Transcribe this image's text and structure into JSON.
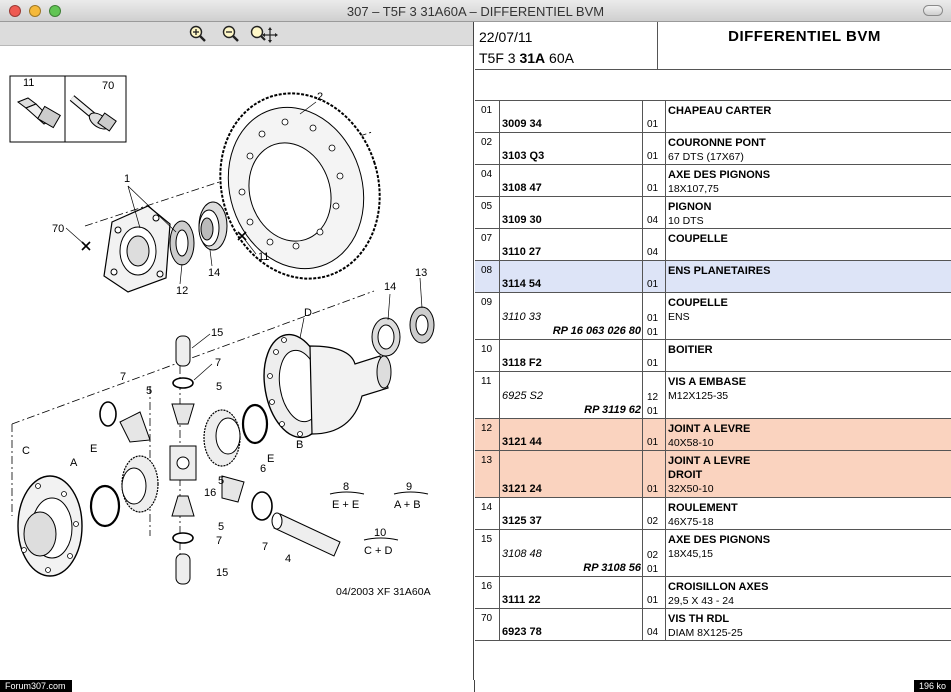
{
  "window": {
    "title": "307 – T5F 3 31A60A – DIFFERENTIEL BVM"
  },
  "header": {
    "date": "22/07/11",
    "ref_prefix": "T5F 3 ",
    "ref_bold": "31A",
    "ref_suffix": " 60A",
    "title": "DIFFERENTIEL BVM"
  },
  "diagram": {
    "labels": {
      "l11_top": "11",
      "l70_top": "70",
      "l2": "2",
      "l1": "1",
      "l70": "70",
      "l12": "12",
      "l14a": "14",
      "l11b": "11",
      "l13": "13",
      "l14b": "14",
      "lD": "D",
      "l15a": "15",
      "l7a": "7",
      "l5a": "5",
      "l7b": "7",
      "l5b": "5",
      "lE1": "E",
      "lE2": "E",
      "lC": "C",
      "lA": "A",
      "lB": "B",
      "l16": "16",
      "l6": "6",
      "l5c": "5",
      "l7c": "7",
      "l5d": "5",
      "l4": "4",
      "l15b": "15",
      "l7d": "7",
      "l8": "8",
      "l9": "9",
      "l10": "10"
    },
    "legend": {
      "k8": "E + E",
      "k9": "A + B",
      "k10": "C + D"
    },
    "footer": "04/2003  XF 31A60A"
  },
  "parts": [
    {
      "num": "01",
      "ref": "3009 34",
      "ref_italic": false,
      "rp": "",
      "q1": "",
      "q2": "01",
      "d1": "CHAPEAU CARTER",
      "d2": "",
      "d3": "",
      "highlight": ""
    },
    {
      "num": "02",
      "ref": "3103 Q3",
      "ref_italic": false,
      "rp": "",
      "q1": "",
      "q2": "01",
      "d1": "COURONNE PONT",
      "d2": "67 DTS (17X67)",
      "d3": "",
      "highlight": ""
    },
    {
      "num": "04",
      "ref": "3108 47",
      "ref_italic": false,
      "rp": "",
      "q1": "",
      "q2": "01",
      "d1": "AXE DES PIGNONS",
      "d2": "18X107,75",
      "d3": "",
      "highlight": ""
    },
    {
      "num": "05",
      "ref": "3109 30",
      "ref_italic": false,
      "rp": "",
      "q1": "",
      "q2": "04",
      "d1": "PIGNON",
      "d2": "10 DTS",
      "d3": "",
      "highlight": ""
    },
    {
      "num": "07",
      "ref": "3110 27",
      "ref_italic": false,
      "rp": "",
      "q1": "",
      "q2": "04",
      "d1": "COUPELLE",
      "d2": "",
      "d3": "",
      "highlight": ""
    },
    {
      "num": "08",
      "ref": "3114 54",
      "ref_italic": false,
      "rp": "",
      "q1": "",
      "q2": "01",
      "d1": "ENS PLANETAIRES",
      "d2": "",
      "d3": "",
      "highlight": "blue"
    },
    {
      "num": "09",
      "ref": "3110 33",
      "ref_italic": true,
      "rp": "RP 16 063 026 80",
      "q1": "01",
      "q2": "01",
      "d1": "COUPELLE",
      "d2": "ENS",
      "d3": "",
      "highlight": ""
    },
    {
      "num": "10",
      "ref": "3118 F2",
      "ref_italic": false,
      "rp": "",
      "q1": "",
      "q2": "01",
      "d1": "BOITIER",
      "d2": "",
      "d3": "",
      "highlight": ""
    },
    {
      "num": "11",
      "ref": "6925 S2",
      "ref_italic": true,
      "rp": "RP 3119 62",
      "q1": "12",
      "q2": "01",
      "d1": "VIS A EMBASE",
      "d2": "M12X125-35",
      "d3": "",
      "highlight": ""
    },
    {
      "num": "12",
      "ref": "3121 44",
      "ref_italic": false,
      "rp": "",
      "q1": "",
      "q2": "01",
      "d1": "JOINT A LEVRE",
      "d2": "40X58-10",
      "d3": "",
      "highlight": "orange"
    },
    {
      "num": "13",
      "ref": "3121 24",
      "ref_italic": false,
      "rp": "",
      "q1": "",
      "q2": "01",
      "d1": "JOINT A LEVRE",
      "d2": "DROIT",
      "d3": "32X50-10",
      "highlight": "orange"
    },
    {
      "num": "14",
      "ref": "3125 37",
      "ref_italic": false,
      "rp": "",
      "q1": "",
      "q2": "02",
      "d1": "ROULEMENT",
      "d2": "46X75-18",
      "d3": "",
      "highlight": ""
    },
    {
      "num": "15",
      "ref": "3108 48",
      "ref_italic": true,
      "rp": "RP 3108 56",
      "q1": "02",
      "q2": "01",
      "d1": "AXE DES PIGNONS",
      "d2": "18X45,15",
      "d3": "",
      "highlight": ""
    },
    {
      "num": "16",
      "ref": "3111 22",
      "ref_italic": false,
      "rp": "",
      "q1": "",
      "q2": "01",
      "d1": "CROISILLON AXES",
      "d2": "29,5 X 43 - 24",
      "d3": "",
      "highlight": ""
    },
    {
      "num": "70",
      "ref": "6923 78",
      "ref_italic": false,
      "rp": "",
      "q1": "",
      "q2": "04",
      "d1": "VIS TH RDL",
      "d2": "DIAM 8X125-25",
      "d3": "",
      "highlight": ""
    }
  ],
  "status": {
    "left": "Forum307.com",
    "right": "196 ko"
  },
  "colors": {
    "highlight_blue": "#dde4f7",
    "highlight_orange": "#fad3bf"
  }
}
